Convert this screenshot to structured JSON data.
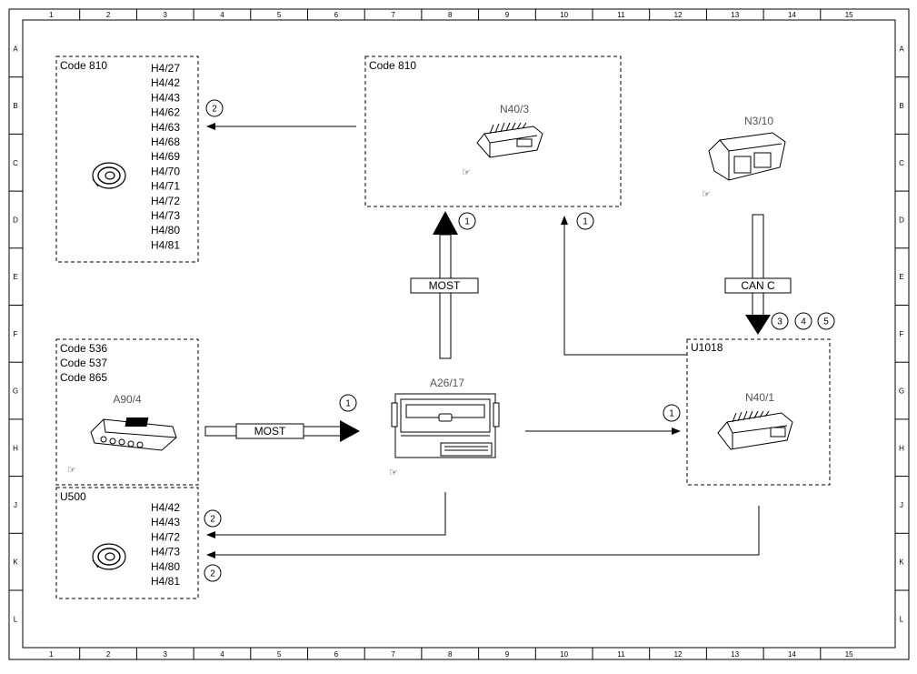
{
  "grid": {
    "columns": [
      "1",
      "2",
      "3",
      "4",
      "5",
      "6",
      "7",
      "8",
      "9",
      "10",
      "11",
      "12",
      "13",
      "14",
      "15"
    ],
    "rows": [
      "A",
      "B",
      "C",
      "D",
      "E",
      "F",
      "G",
      "H",
      "J",
      "K",
      "L"
    ]
  },
  "groups": {
    "code810_left": {
      "title": "Code 810",
      "items": [
        "H4/27",
        "H4/42",
        "H4/43",
        "H4/62",
        "H4/63",
        "H4/68",
        "H4/69",
        "H4/70",
        "H4/71",
        "H4/72",
        "H4/73",
        "H4/80",
        "H4/81"
      ]
    },
    "code810_top": {
      "title": "Code 810",
      "component": "N40/3"
    },
    "codes_a90": {
      "codes": [
        "Code 536",
        "Code 537",
        "Code 865"
      ],
      "component": "A90/4"
    },
    "u500": {
      "title": "U500",
      "items": [
        "H4/42",
        "H4/43",
        "H4/72",
        "H4/73",
        "H4/80",
        "H4/81"
      ]
    },
    "u1018": {
      "title": "U1018",
      "component": "N40/1"
    }
  },
  "components": {
    "n3_10": "N3/10",
    "a26_17": "A26/17"
  },
  "buses": {
    "most_vertical": "MOST",
    "most_horizontal": "MOST",
    "can_c": "CAN C"
  },
  "badges": {
    "b2_left_top": "2",
    "b1_most_up": "1",
    "b1_right_up": "1",
    "b3": "3",
    "b4": "4",
    "b5": "5",
    "b1_most_h": "1",
    "b1_u1018": "1",
    "b2_u500_top": "2",
    "b2_u500_bottom": "2"
  }
}
